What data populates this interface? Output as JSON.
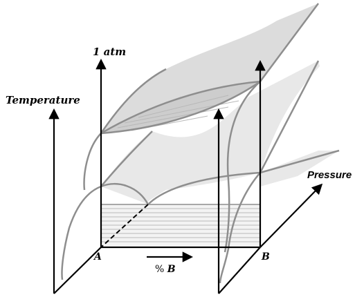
{
  "labels": {
    "temperature": "Temperature",
    "one_atm": "1 atm",
    "pressure": "Pressure",
    "point_a": "A",
    "point_b": "B",
    "percent_b_symbol": "% ",
    "percent_b_letter": "B"
  },
  "colors": {
    "surface": "#dcdcdc",
    "curve": "#8e8e8e",
    "axis": "#000000"
  }
}
